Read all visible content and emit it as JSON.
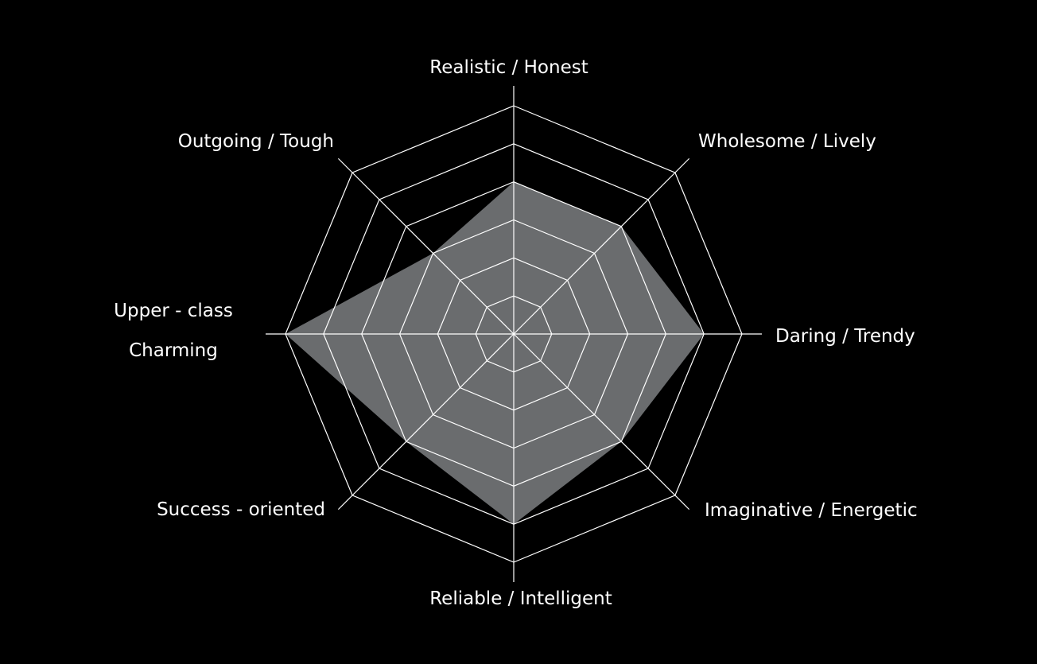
{
  "chart_data": {
    "type": "radar",
    "title": "",
    "axes": [
      {
        "label": [
          "Realistic / Honest"
        ],
        "value": 4
      },
      {
        "label": [
          "Wholesome / Lively"
        ],
        "value": 4
      },
      {
        "label": [
          "Daring / Trendy"
        ],
        "value": 5
      },
      {
        "label": [
          "Imaginative / Energetic"
        ],
        "value": 4
      },
      {
        "label": [
          "Reliable / Intelligent"
        ],
        "value": 5
      },
      {
        "label": [
          "Success - oriented"
        ],
        "value": 4
      },
      {
        "label": [
          "Upper - class",
          "Charming"
        ],
        "value": 6
      },
      {
        "label": [
          "Outgoing / Tough"
        ],
        "value": 3
      }
    ],
    "rlim": [
      0,
      6
    ],
    "rings": 6,
    "grid": true,
    "colors": {
      "background": "#000000",
      "fill": "#6a6c6e",
      "grid": "#ffffff",
      "text": "#ffffff"
    }
  }
}
